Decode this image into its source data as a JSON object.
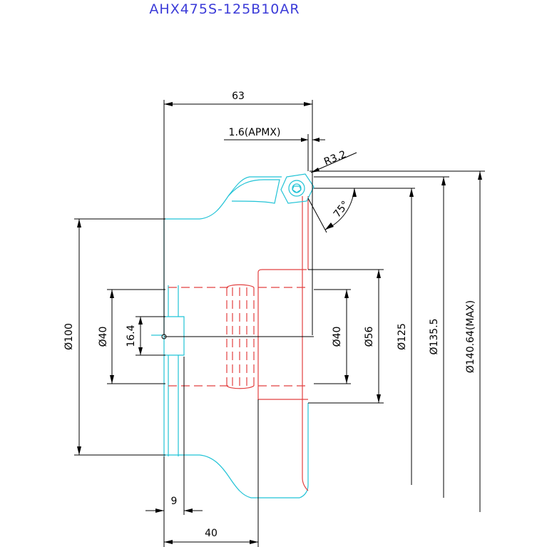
{
  "title": "AHX475S-125B10AR",
  "colors": {
    "title": "#3b3bd8",
    "body_outline": "#22c3d6",
    "insert_outline": "#e24040",
    "dimension": "#000000"
  },
  "dimensions": {
    "width_63": "63",
    "apmx": "1.6(APMX)",
    "radius": "R3.2",
    "angle": "75°",
    "dia_100": "Ø100",
    "dia_40_left": "Ø40",
    "offset_16_4": "16.4",
    "dia_40_right": "Ø40",
    "dia_56": "Ø56",
    "dia_125": "Ø125",
    "dia_135_5": "Ø135.5",
    "dia_140_64": "Ø140.64(MAX)",
    "width_9": "9",
    "width_40": "40"
  }
}
